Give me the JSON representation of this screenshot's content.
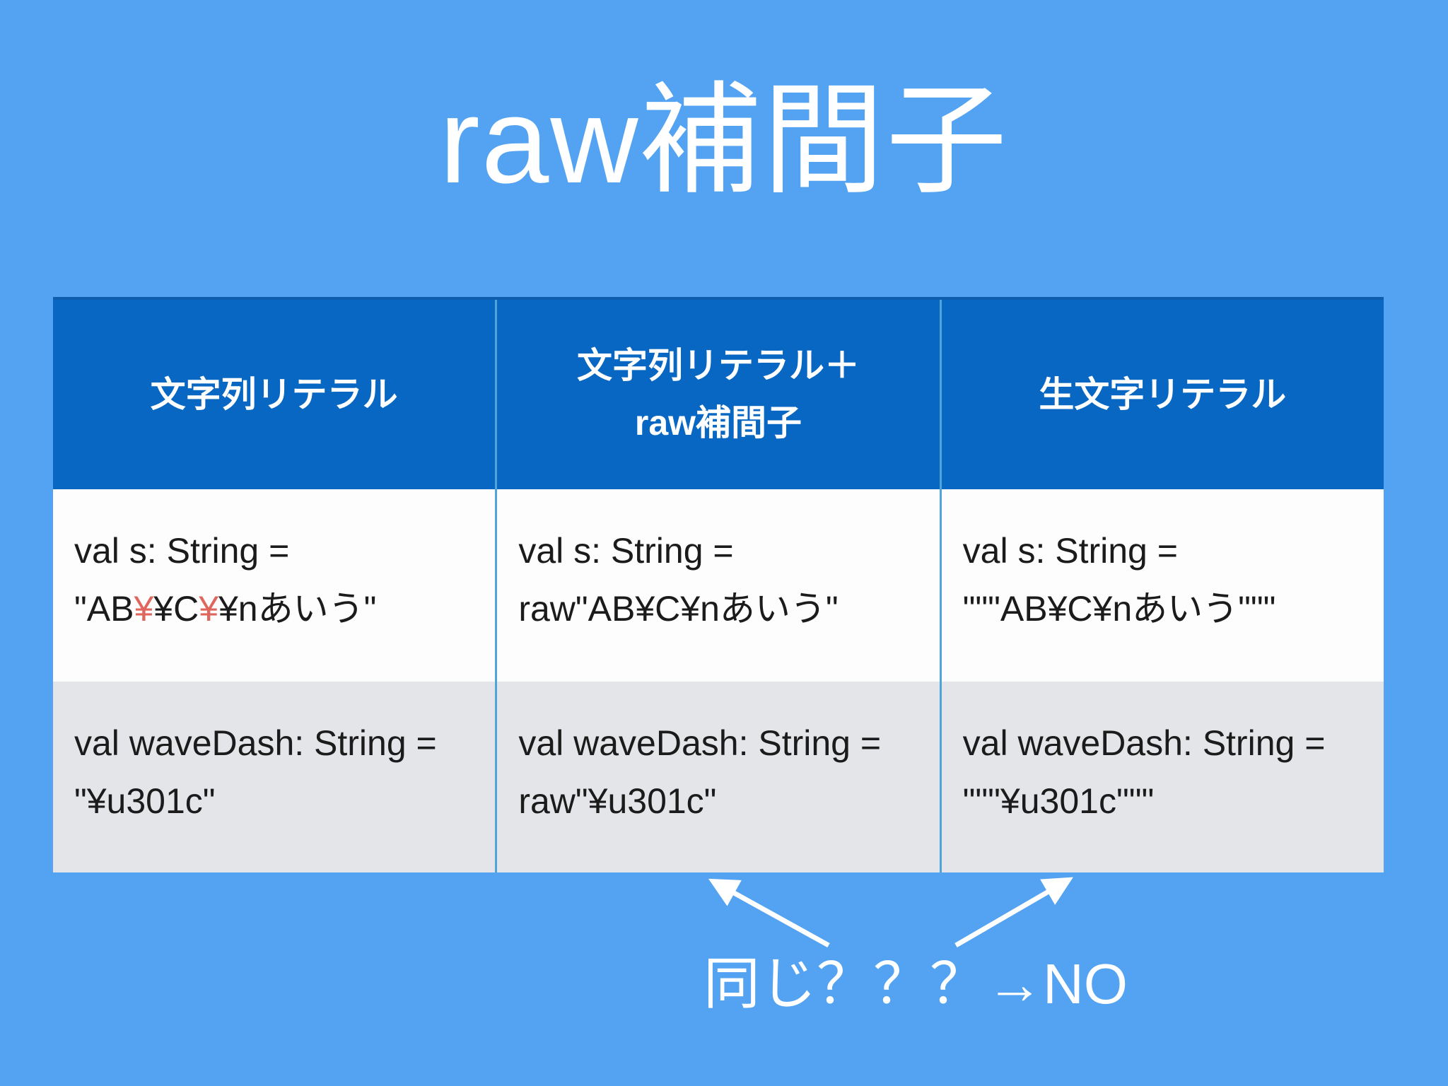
{
  "title": "raw補間子",
  "colors": {
    "background": "#53a3f2",
    "header_bg": "#0767c2",
    "row_odd_bg": "#fdfdfd",
    "row_even_bg": "#e4e5e8",
    "separator": "#4fa5da",
    "accent_red": "#e0655c",
    "text_dark": "#1b1b1b",
    "text_light": "#ffffff"
  },
  "table": {
    "headers": [
      {
        "lines": [
          "文字列リテラル"
        ]
      },
      {
        "lines": [
          "文字列リテラル＋",
          "raw補間子"
        ]
      },
      {
        "lines": [
          "生文字リテラル"
        ]
      }
    ],
    "rows": [
      {
        "cells": [
          {
            "line1": "val s: String =",
            "code": [
              {
                "text": "\"AB"
              },
              {
                "text": "¥",
                "red": true
              },
              {
                "text": "¥"
              },
              {
                "text": "C"
              },
              {
                "text": "¥",
                "red": true
              },
              {
                "text": "¥nあいう\""
              }
            ]
          },
          {
            "line1": "val s: String =",
            "code": [
              {
                "text": "raw\"AB¥C¥nあいう\""
              }
            ]
          },
          {
            "line1": "val s: String =",
            "code": [
              {
                "text": "\"\"\"AB¥C¥nあいう\"\"\""
              }
            ]
          }
        ]
      },
      {
        "cells": [
          {
            "line1": "val waveDash: String =",
            "code": [
              {
                "text": "\"¥u301c\""
              }
            ]
          },
          {
            "line1": "val waveDash: String =",
            "code": [
              {
                "text": "raw\"¥u301c\""
              }
            ]
          },
          {
            "line1": "val waveDash: String =",
            "code": [
              {
                "text": "\"\"\"¥u301c\"\"\""
              }
            ]
          }
        ]
      }
    ]
  },
  "annotation": {
    "label": "同じ？？？→NO"
  }
}
